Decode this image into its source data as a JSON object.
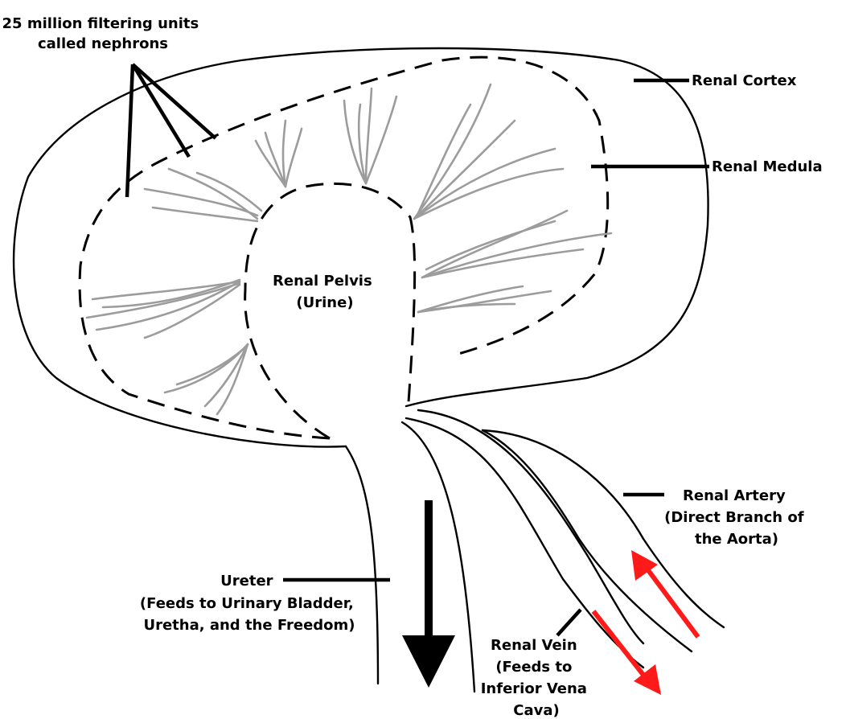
{
  "labels": {
    "nephrons": [
      "25 million filtering units",
      "called nephrons"
    ],
    "cortex": "Renal Cortex",
    "medula": "Renal Medula",
    "pelvis": [
      "Renal Pelvis",
      "(Urine)"
    ],
    "artery": [
      "Renal Artery",
      "(Direct Branch of",
      "the Aorta)"
    ],
    "ureter": [
      "Ureter",
      "(Feeds to Urinary Bladder,",
      "Uretha, and the Freedom)"
    ],
    "vein": [
      "Renal Vein",
      "(Feeds to",
      "Inferior Vena",
      "Cava)"
    ]
  },
  "colors": {
    "outline": "#000000",
    "nephron_fibers": "#9c9c9c",
    "flow_arrows": "#ff0000",
    "ureter_arrow": "#000000"
  }
}
